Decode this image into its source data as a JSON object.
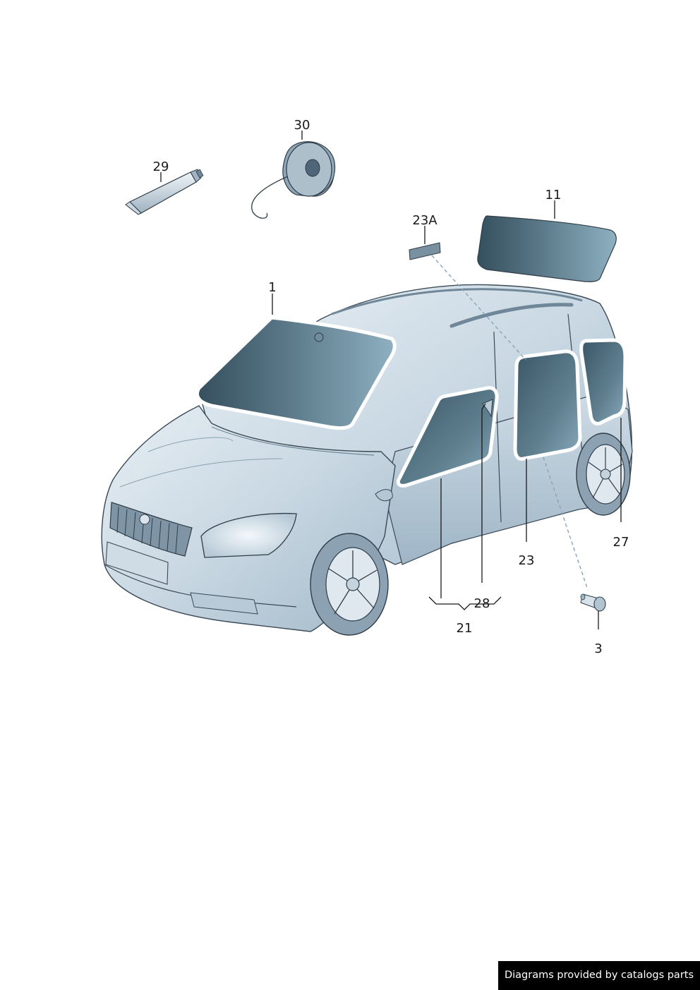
{
  "callouts": {
    "c1": "1",
    "c3": "3",
    "c11": "11",
    "c21": "21",
    "c23": "23",
    "c23a": "23A",
    "c27": "27",
    "c28": "28",
    "c29": "29",
    "c30": "30"
  },
  "footer": {
    "text": "Diagrams provided by catalogs parts"
  },
  "colors": {
    "glass_dark": "#3f5f70",
    "glass_light": "#7d9fb0",
    "body_light": "#dbe6ee",
    "body_mid": "#a9bfcf",
    "outline": "#3b4a56"
  }
}
